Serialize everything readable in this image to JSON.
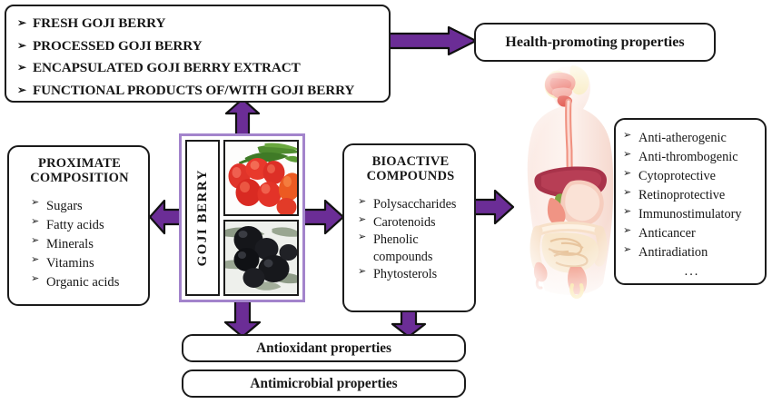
{
  "diagram": {
    "title": "Goji berry value chain and properties diagram",
    "accent_purple": "#6B2D96",
    "panel_border_purple": "#A384CC",
    "outline_color": "#1B1B1B",
    "bullet_glyph": "➢"
  },
  "products_box": {
    "items": [
      "FRESH GOJI BERRY",
      "PROCESSED GOJI BERRY",
      "ENCAPSULATED GOJI BERRY EXTRACT",
      "FUNCTIONAL PRODUCTS OF/WITH GOJI BERRY"
    ]
  },
  "health_box": {
    "label": "Health-promoting properties"
  },
  "proximate_box": {
    "title_line1": "PROXIMATE",
    "title_line2": "COMPOSITION",
    "items": [
      "Sugars",
      "Fatty acids",
      "Minerals",
      "Vitamins",
      "Organic acids"
    ]
  },
  "goji_panel": {
    "label": "GOJI BERRY",
    "photo_top_alt": "red-goji-berries-photo",
    "photo_bottom_alt": "black-goji-berries-photo"
  },
  "bioactive_box": {
    "title_line1": "BIOACTIVE",
    "title_line2": "COMPOUNDS",
    "items": [
      "Polysaccharides",
      "Carotenoids",
      "Phenolic",
      "compounds",
      "Phytosterols"
    ]
  },
  "effects_box": {
    "items": [
      "Anti-atherogenic",
      "Anti-thrombogenic",
      "Cytoprotective",
      "Retinoprotective",
      "Immunostimulatory",
      "Anticancer",
      "Antiradiation"
    ],
    "ellipsis": "..."
  },
  "antioxidant_box": {
    "label": "Antioxidant properties"
  },
  "antimicrobial_box": {
    "label": "Antimicrobial properties"
  },
  "human_figure": {
    "alt": "human-digestive-system-illustration"
  }
}
